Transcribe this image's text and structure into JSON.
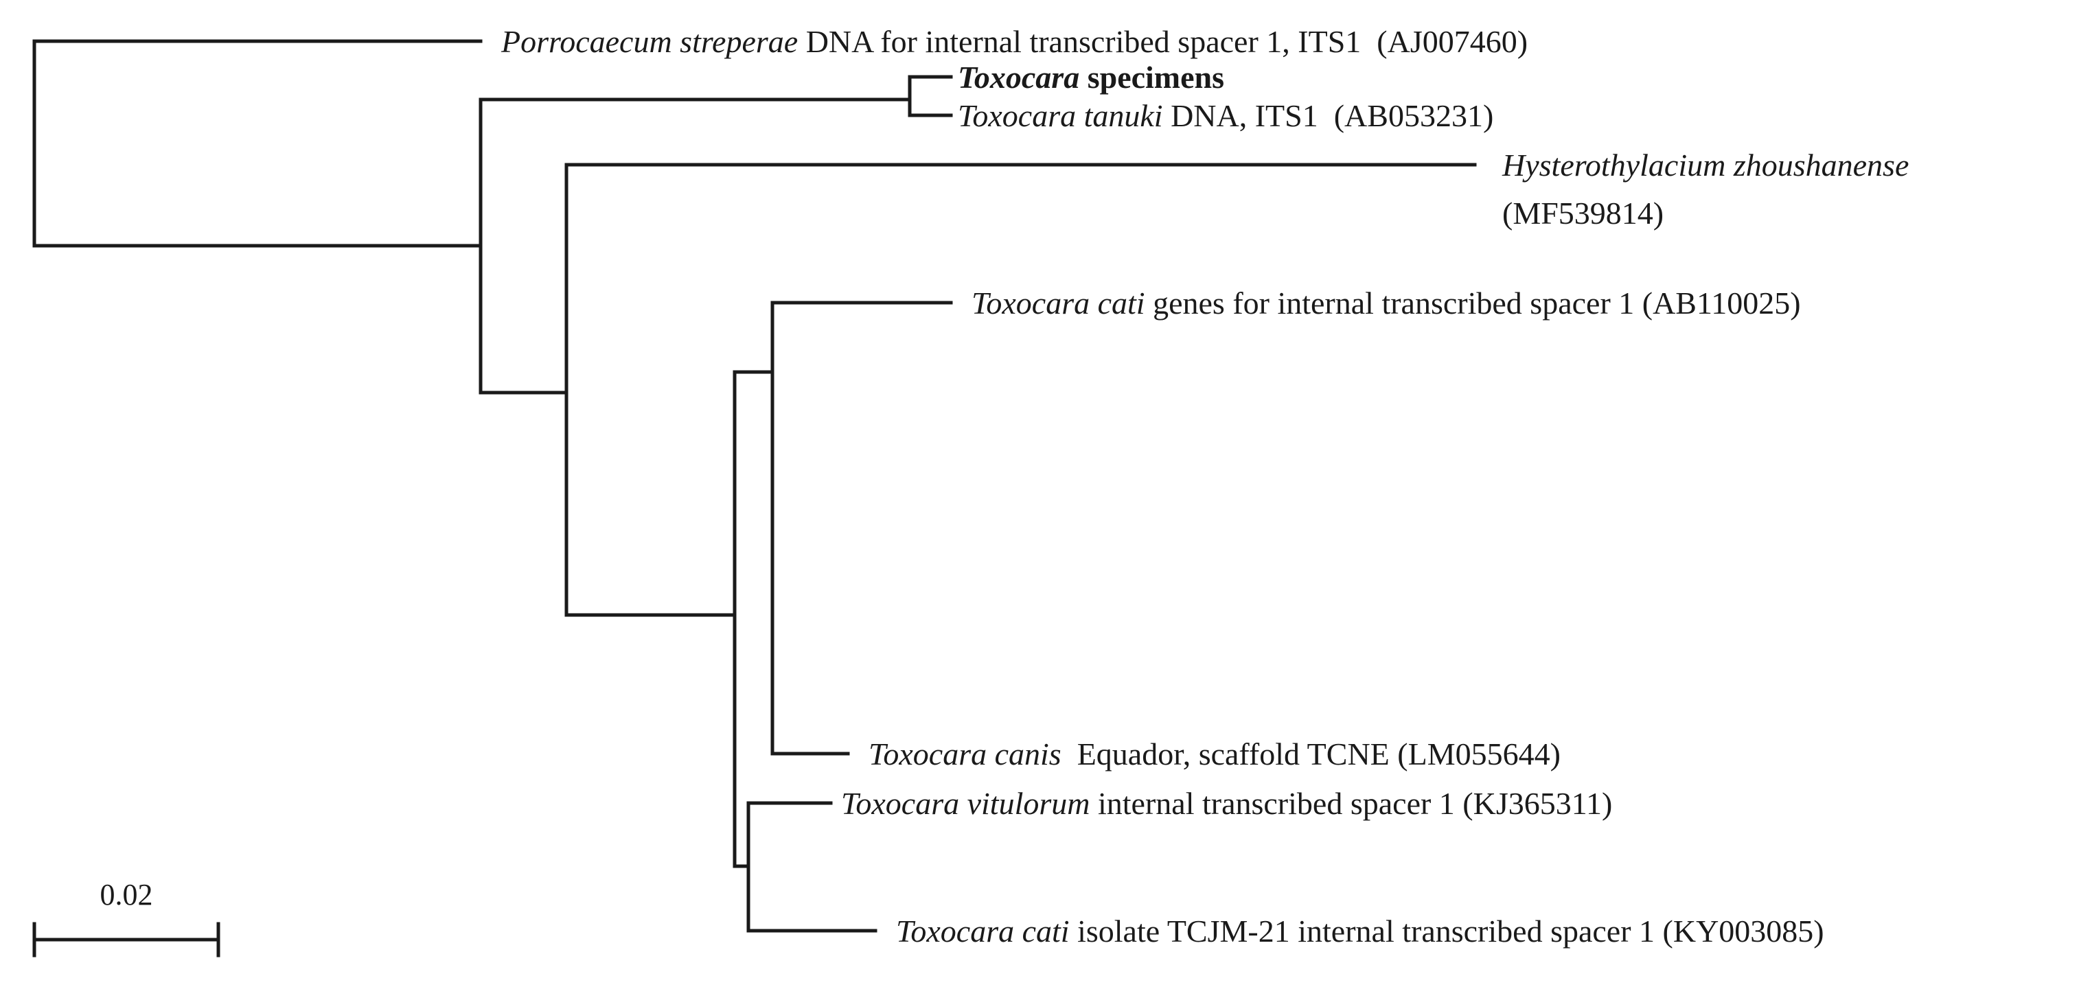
{
  "tree": {
    "taxa": [
      {
        "id": "porrocaecum",
        "label_lines": [
          [
            {
              "text": "Porrocaecum streperae",
              "italic": true,
              "bold": false
            },
            {
              "text": " DNA for internal transcribed spacer 1, ITS1  (AJ007460)",
              "italic": false,
              "bold": false
            }
          ]
        ]
      },
      {
        "id": "toxocara-specimens",
        "label_lines": [
          [
            {
              "text": "Toxocara",
              "italic": true,
              "bold": true
            },
            {
              "text": " specimens",
              "italic": false,
              "bold": true
            }
          ]
        ]
      },
      {
        "id": "toxocara-tanuki",
        "label_lines": [
          [
            {
              "text": "Toxocara tanuki",
              "italic": true,
              "bold": false
            },
            {
              "text": " DNA, ITS1  (AB053231)",
              "italic": false,
              "bold": false
            }
          ]
        ]
      },
      {
        "id": "hysterothylacium",
        "label_lines": [
          [
            {
              "text": "Hysterothylacium zhoushanense",
              "italic": true,
              "bold": false
            }
          ],
          [
            {
              "text": "(MF539814)",
              "italic": false,
              "bold": false
            }
          ]
        ]
      },
      {
        "id": "toxocara-cati-ab110025",
        "label_lines": [
          [
            {
              "text": "Toxocara cati",
              "italic": true,
              "bold": false
            },
            {
              "text": " genes for internal transcribed spacer 1 (AB110025)",
              "italic": false,
              "bold": false
            }
          ]
        ]
      },
      {
        "id": "toxocara-canis",
        "label_lines": [
          [
            {
              "text": "Toxocara canis",
              "italic": true,
              "bold": false
            },
            {
              "text": "  Equador, scaffold TCNE (LM055644)",
              "italic": false,
              "bold": false
            }
          ]
        ]
      },
      {
        "id": "toxocara-vitulorum",
        "label_lines": [
          [
            {
              "text": "Toxocara vitulorum",
              "italic": true,
              "bold": false
            },
            {
              "text": " internal transcribed spacer 1 (KJ365311)",
              "italic": false,
              "bold": false
            }
          ]
        ]
      },
      {
        "id": "toxocara-cati-ky003085",
        "label_lines": [
          [
            {
              "text": "Toxocara cati",
              "italic": true,
              "bold": false
            },
            {
              "text": " isolate TCJM-21 internal transcribed spacer 1 (KY003085)",
              "italic": false,
              "bold": false
            }
          ]
        ]
      }
    ],
    "scale_bar": {
      "label": "0.02",
      "value": 0.02
    }
  }
}
